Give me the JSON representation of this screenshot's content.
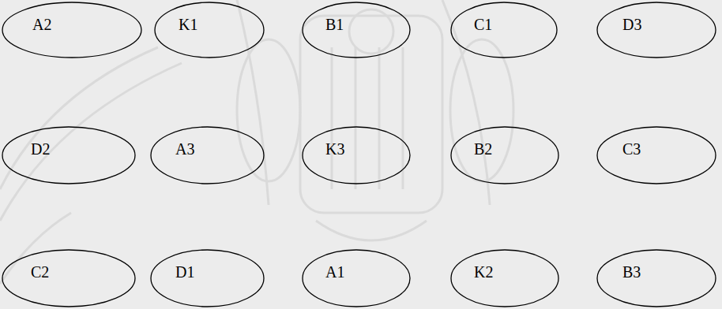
{
  "diagram": {
    "nodes": [
      {
        "text": [
          "A2"
        ]
      },
      {
        "text": [
          "K1"
        ]
      },
      {
        "text": [
          "B1"
        ]
      },
      {
        "text": [
          "C1"
        ]
      },
      {
        "text": [
          "D3"
        ]
      },
      {
        "text": [
          "D2"
        ]
      },
      {
        "text": [
          "A3"
        ]
      },
      {
        "text": [
          "K3"
        ]
      },
      {
        "text": [
          "B2"
        ]
      },
      {
        "text": [
          "C3"
        ]
      },
      {
        "text": [
          "C2"
        ]
      },
      {
        "text": [
          "D1"
        ]
      },
      {
        "text": [
          "A1"
        ]
      },
      {
        "text": [
          "K2"
        ]
      },
      {
        "text": [
          "B3"
        ]
      }
    ]
  }
}
